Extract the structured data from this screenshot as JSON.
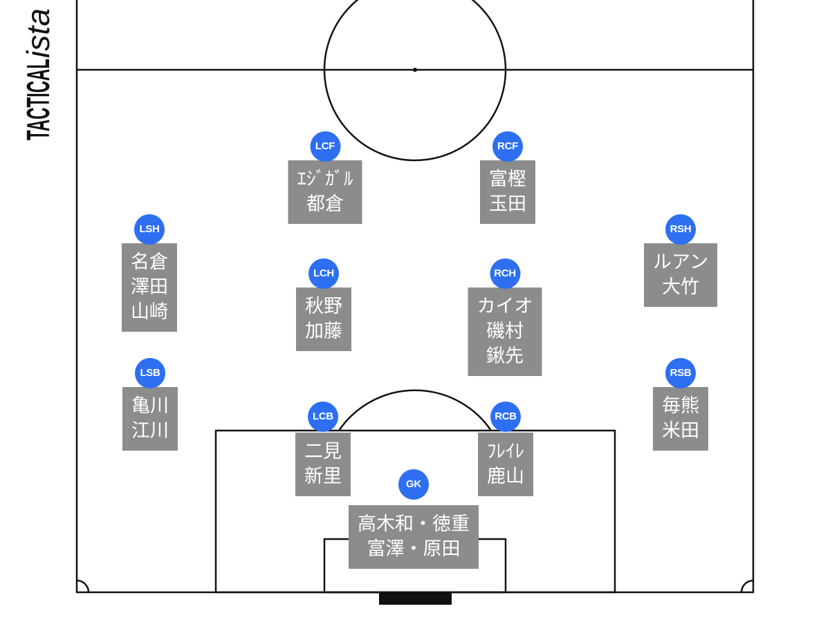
{
  "brand": {
    "main": "TACTICAL",
    "suffix": "ista"
  },
  "colors": {
    "background": "#ffffff",
    "line": "#111111",
    "badge": "#2d6ff0",
    "name_box": "#8c8c8c",
    "text": "#ffffff"
  },
  "players": [
    {
      "position": "LCF",
      "names": [
        "ｴｼﾞｶﾞﾙ",
        "都倉"
      ]
    },
    {
      "position": "RCF",
      "names": [
        "富樫",
        "玉田"
      ]
    },
    {
      "position": "LSH",
      "names": [
        "名倉",
        "澤田",
        "山崎"
      ]
    },
    {
      "position": "RSH",
      "names": [
        "ルアン",
        "大竹"
      ]
    },
    {
      "position": "LCH",
      "names": [
        "秋野",
        "加藤"
      ]
    },
    {
      "position": "RCH",
      "names": [
        "カイオ",
        "磯村",
        "鍬先"
      ]
    },
    {
      "position": "LSB",
      "names": [
        "亀川",
        "江川"
      ]
    },
    {
      "position": "RSB",
      "names": [
        "毎熊",
        "米田"
      ]
    },
    {
      "position": "LCB",
      "names": [
        "二見",
        "新里"
      ]
    },
    {
      "position": "RCB",
      "names": [
        "ﾌﾚｲﾚ",
        "鹿山"
      ]
    },
    {
      "position": "GK",
      "names": [
        "高木和・徳重",
        "富澤・原田"
      ]
    }
  ]
}
